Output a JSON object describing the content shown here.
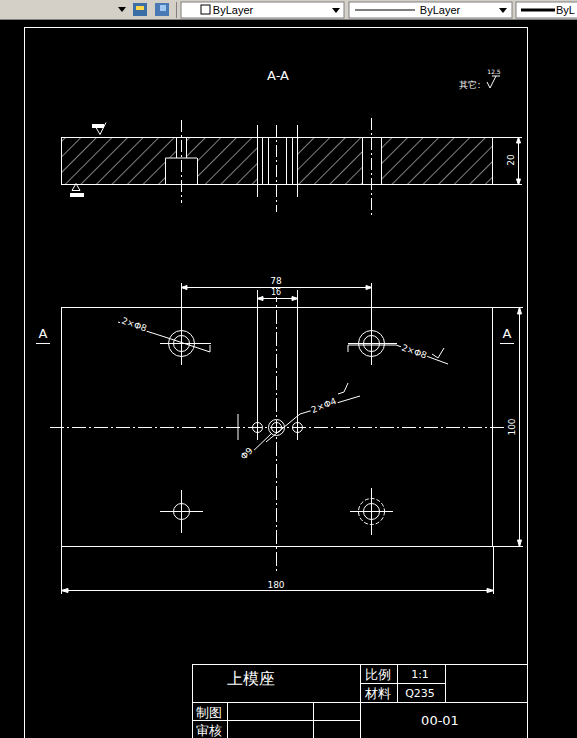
{
  "diagram": {
    "labels": [
      "ByLayer",
      "ByLayer",
      "ByL",
      "A-A",
      "其它:",
      "12.5",
      "20",
      "78",
      "16",
      "2×Φ8",
      "2×Φ8",
      "2×Φ4",
      "Φ9",
      "A",
      "A",
      "100",
      "180",
      "上模座",
      "比例",
      "1:1",
      "材料",
      "Q235",
      "制图",
      "审核",
      "00-01"
    ]
  }
}
